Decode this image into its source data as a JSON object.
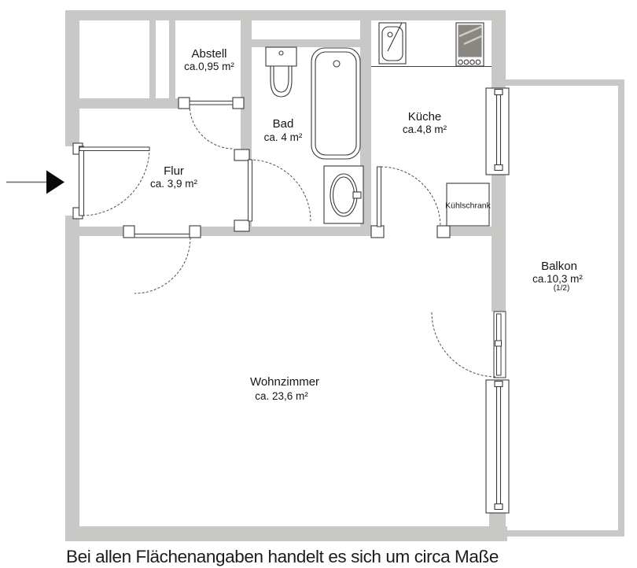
{
  "floorplan": {
    "rooms": [
      {
        "name": "Abstell",
        "area": "ca.0,95 m²"
      },
      {
        "name": "Bad",
        "area": "ca. 4 m²"
      },
      {
        "name": "Flur",
        "area": "ca. 3,9 m²"
      },
      {
        "name": "Küche",
        "area": "ca.4,8 m²"
      },
      {
        "name": "Wohnzimmer",
        "area": "ca. 23,6 m²"
      },
      {
        "name": "Balkon",
        "area": "ca.10,3 m²",
        "note": "(1/2)"
      }
    ],
    "labels": {
      "fridge": "Kühlschrank"
    },
    "caption": "Bei allen Flächenangaben handelt es sich um circa Maße",
    "colors": {
      "wall": "#c8c8c6",
      "line": "#3a3a3a",
      "stove": "#8a8681"
    }
  }
}
